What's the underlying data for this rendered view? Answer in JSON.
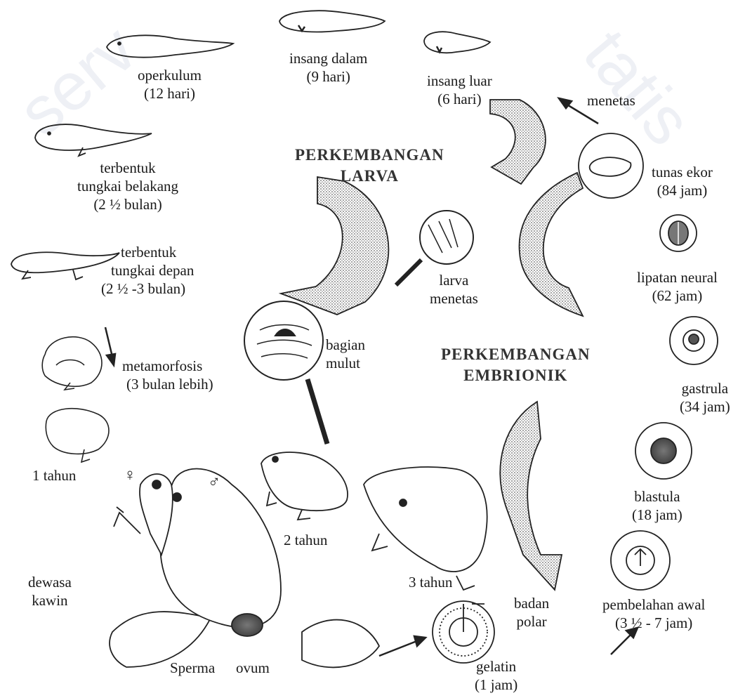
{
  "watermark": {
    "left": "serv",
    "right": "tatis"
  },
  "headings": {
    "larva": [
      "PERKEMBANGAN",
      "LARVA"
    ],
    "embrionik": [
      "PERKEMBANGAN",
      "EMBRIONIK"
    ]
  },
  "stages": {
    "operkulum": [
      "operkulum",
      "(12 hari)"
    ],
    "insang_dalam": [
      "insang dalam",
      "(9 hari)"
    ],
    "insang_luar": [
      "insang luar",
      "(6 hari)"
    ],
    "menetas": "menetas",
    "tungkai_belakang": [
      "terbentuk",
      "tungkai belakang",
      "(2 ½  bulan)"
    ],
    "tungkai_depan": [
      "terbentuk",
      "tungkai depan",
      "(2 ½ -3  bulan)"
    ],
    "metamorfosis": [
      "metamorfosis",
      "(3 bulan lebih)"
    ],
    "satu_tahun": "1 tahun",
    "tunas_ekor": [
      "tunas ekor",
      "(84 jam)"
    ],
    "lipatan_neural": [
      "lipatan neural",
      "(62 jam)"
    ],
    "gastrula": [
      "gastrula",
      "(34 jam)"
    ],
    "blastula": [
      "blastula",
      "(18 jam)"
    ],
    "pembelahan_awal": [
      "pembelahan awal",
      "(3 ½  - 7 jam)"
    ],
    "larva_menetas": [
      "larva",
      "menetas"
    ],
    "bagian_mulut": [
      "bagian",
      "mulut"
    ],
    "dua_tahun": "2 tahun",
    "tiga_tahun": "3 tahun",
    "dewasa_kawin": [
      "dewasa",
      "kawin"
    ],
    "badan_polar": [
      "badan",
      "polar"
    ],
    "gelatin": [
      "gelatin",
      "(1 jam)"
    ],
    "sperma": "Sperma",
    "ovum": "ovum"
  },
  "symbols": {
    "female": "♀",
    "male": "♂"
  }
}
